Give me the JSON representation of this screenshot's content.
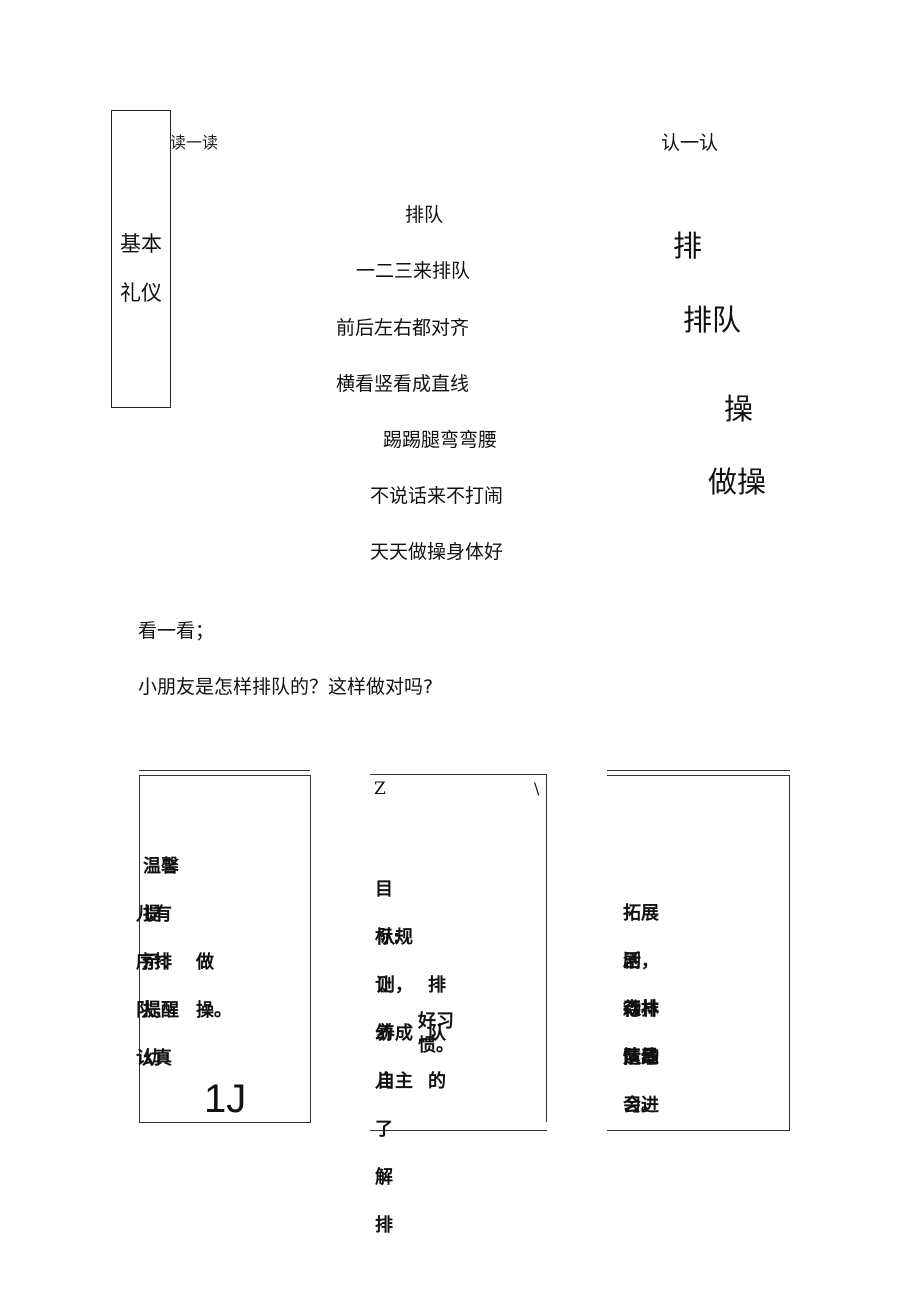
{
  "side_box": {
    "line1": "基本",
    "line2": "礼仪"
  },
  "read_label": "读一读",
  "recognize_label": "认一认",
  "poem": [
    "排队",
    "一二三来排队",
    "前后左右都对齐",
    "横看竖看成直线",
    "踢踢腿弯弯腰",
    "不说话来不打闹",
    "天天做操身体好"
  ],
  "characters": [
    "排",
    "排队",
    "操",
    "做操"
  ],
  "look_label": "看一看；",
  "question": "小朋友是怎样排队的？这样做对吗?",
  "cards": {
    "tip": {
      "lines": [
        "温馨提示：提醒幼",
        "儿有序排队，认真",
        "做操。"
      ],
      "mark": "1J"
    },
    "goal": {
      "corner_left": "Z",
      "corner_right": "\\",
      "lines": [
        "目标:让幼儿了解排",
        "队规则，养成自主",
        "排队的",
        "好习惯。"
      ]
    },
    "extend": {
      "lines": [
        "拓展活动：情景",
        "剧，森林运动会进",
        "行排队练习。"
      ]
    }
  }
}
